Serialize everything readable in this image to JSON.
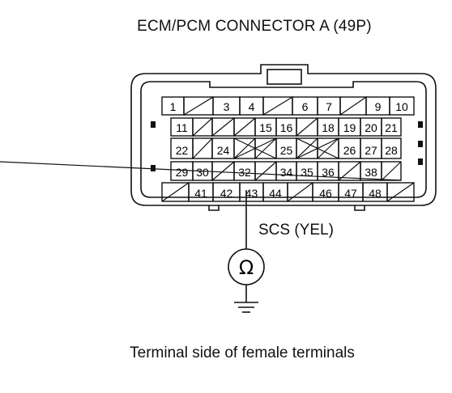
{
  "title": "ECM/PCM CONNECTOR A (49P)",
  "signal_label": "SCS (YEL)",
  "meter_symbol": "Ω",
  "caption": "Terminal side of female terminals",
  "rows": [
    [
      "1",
      "",
      "3",
      "4",
      "",
      "6",
      "7",
      "",
      "9",
      "10"
    ],
    [
      "11",
      "",
      "",
      "",
      "15",
      "16",
      "",
      "18",
      "19",
      "20",
      "21"
    ],
    [
      "22",
      "",
      "24",
      "",
      "",
      "25",
      "",
      "",
      "26",
      "27",
      "28"
    ],
    [
      "29",
      "30",
      "",
      "32",
      "",
      "34",
      "35",
      "36",
      "",
      "38",
      "",
      ""
    ],
    [
      "",
      "41",
      "42",
      "43",
      "44",
      "",
      "46",
      "47",
      "48",
      ""
    ]
  ],
  "probe_terminal": "43"
}
